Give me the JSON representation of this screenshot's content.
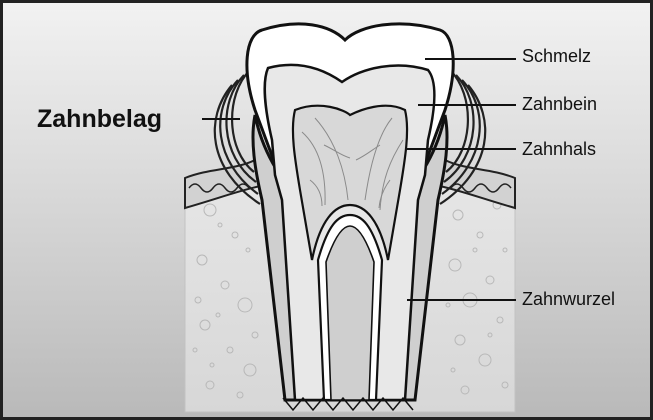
{
  "diagram": {
    "labels": {
      "plaque": "Zahnbelag",
      "enamel": "Schmelz",
      "dentin": "Zahnbein",
      "neck": "Zahnhals",
      "root": "Zahnwurzel"
    }
  }
}
